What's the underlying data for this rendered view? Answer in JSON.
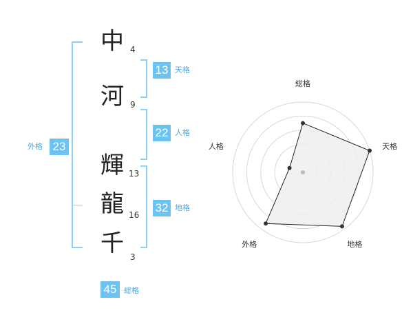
{
  "name_chars": [
    {
      "char": "中",
      "strokes": "4"
    },
    {
      "char": "河",
      "strokes": "9"
    },
    {
      "char": "輝",
      "strokes": "13"
    },
    {
      "char": "龍",
      "strokes": "16"
    },
    {
      "char": "千",
      "strokes": "3"
    }
  ],
  "kaku": {
    "tenkaku": {
      "value": "13",
      "label": "天格"
    },
    "jinkaku": {
      "value": "22",
      "label": "人格"
    },
    "chikaku": {
      "value": "32",
      "label": "地格"
    },
    "gaikaku": {
      "value": "23",
      "label": "外格"
    },
    "soukaku": {
      "value": "45",
      "label": "総格"
    }
  },
  "colors": {
    "accent": "#6cc3f2",
    "bracket": "#8dd0f5",
    "radar_fill": "#eeeeee",
    "radar_line": "#222222"
  },
  "chart_data": {
    "type": "radar",
    "axes": [
      "総格",
      "天格",
      "地格",
      "外格",
      "人格"
    ],
    "values": [
      0.7,
      1.0,
      0.95,
      0.9,
      0.2
    ],
    "rings": 5,
    "grid": true
  }
}
